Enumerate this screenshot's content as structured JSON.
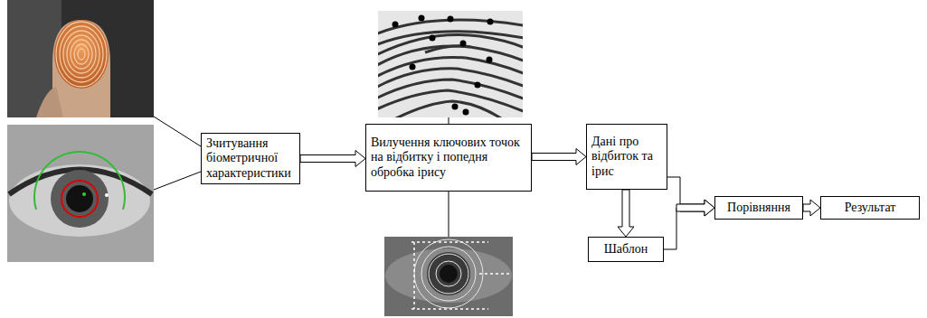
{
  "diagram": {
    "nodes": [
      {
        "text": [
          "Зчитування біометричної характеристики"
        ]
      },
      {
        "text": [
          "Вилучення ключових точок на відбитку і попедня обробка ірису"
        ]
      },
      {
        "text": [
          "Дані про відбиток та ірис"
        ]
      },
      {
        "text": [
          "Шаблон"
        ]
      },
      {
        "text": [
          "Порівняння"
        ]
      },
      {
        "text": [
          "Результат"
        ]
      }
    ],
    "edges": [
      {
        "from": 0,
        "to": 1,
        "arrow": "to"
      },
      {
        "from": 1,
        "to": 2,
        "arrow": "to"
      },
      {
        "from": 2,
        "to": 3,
        "arrow": "to"
      },
      {
        "from": 2,
        "to": 4,
        "arrow": "to"
      },
      {
        "from": 3,
        "to": 4,
        "arrow": "to"
      },
      {
        "from": 4,
        "to": 5,
        "arrow": "to"
      }
    ]
  }
}
